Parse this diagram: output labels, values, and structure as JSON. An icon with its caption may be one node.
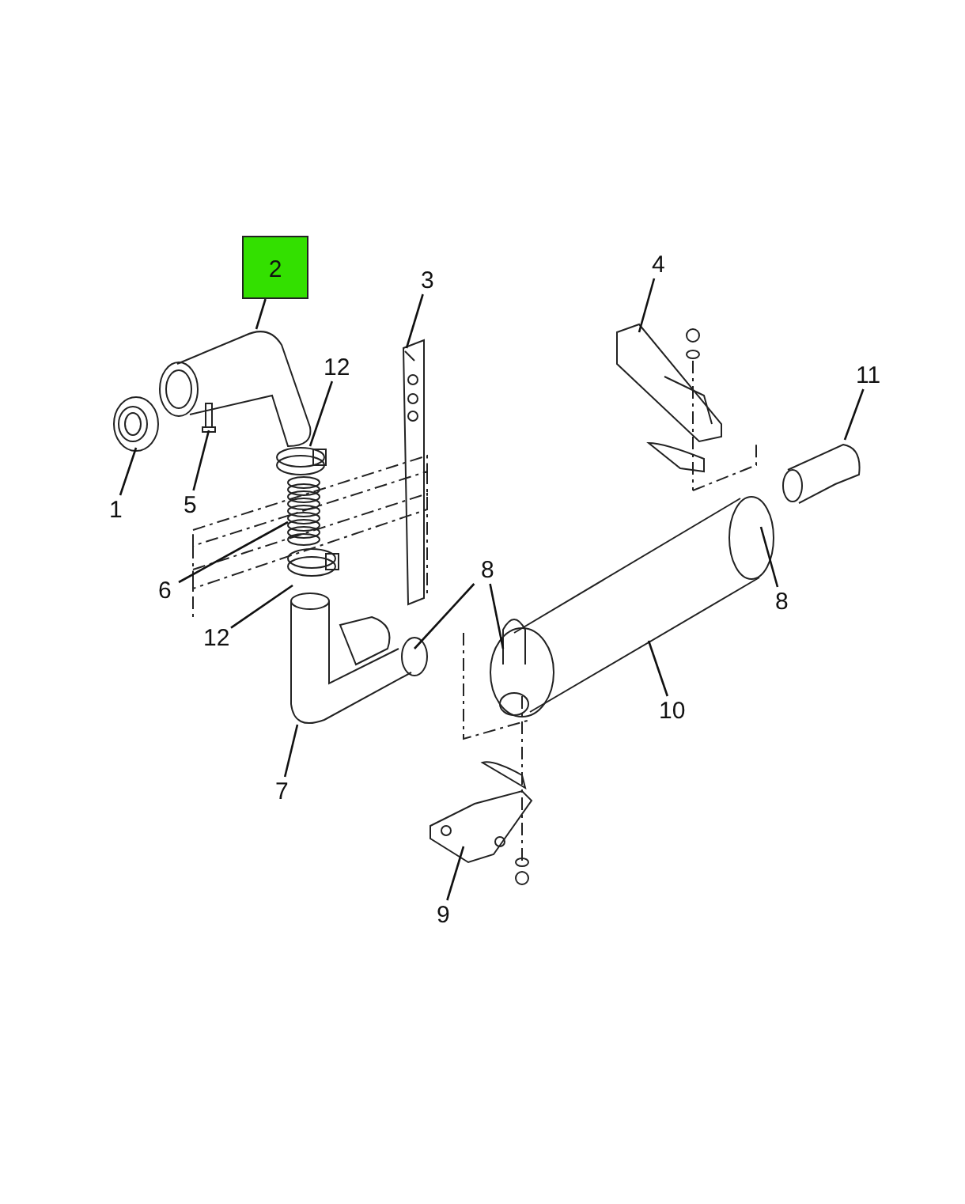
{
  "diagram": {
    "nodes": [
      {
        "text": [
          "2"
        ]
      },
      {
        "text": [
          "3"
        ]
      },
      {
        "text": [
          "4"
        ]
      },
      {
        "text": [
          "11"
        ]
      },
      {
        "text": [
          "12"
        ]
      },
      {
        "text": [
          "1"
        ]
      },
      {
        "text": [
          "5"
        ]
      },
      {
        "text": [
          "8"
        ]
      },
      {
        "text": [
          "8"
        ]
      },
      {
        "text": [
          "6"
        ]
      },
      {
        "text": [
          "12"
        ]
      },
      {
        "text": [
          "10"
        ]
      },
      {
        "text": [
          "7"
        ]
      },
      {
        "text": [
          "9"
        ]
      }
    ],
    "edges": [
      {
        "from": 0,
        "to": null,
        "arrow": "none"
      },
      {
        "from": 1,
        "to": null,
        "arrow": "none"
      },
      {
        "from": 2,
        "to": null,
        "arrow": "none"
      },
      {
        "from": 3,
        "to": null,
        "arrow": "none"
      },
      {
        "from": 4,
        "to": null,
        "arrow": "none"
      },
      {
        "from": 5,
        "to": null,
        "arrow": "none"
      },
      {
        "from": 6,
        "to": null,
        "arrow": "none"
      },
      {
        "from": 7,
        "to": null,
        "arrow": "none"
      },
      {
        "from": 7,
        "to": null,
        "arrow": "none"
      },
      {
        "from": 8,
        "to": null,
        "arrow": "none"
      },
      {
        "from": 9,
        "to": null,
        "arrow": "none"
      },
      {
        "from": 10,
        "to": null,
        "arrow": "none"
      },
      {
        "from": 11,
        "to": null,
        "arrow": "none"
      },
      {
        "from": 12,
        "to": null,
        "arrow": "none"
      },
      {
        "from": 13,
        "to": null,
        "arrow": "none"
      }
    ]
  }
}
